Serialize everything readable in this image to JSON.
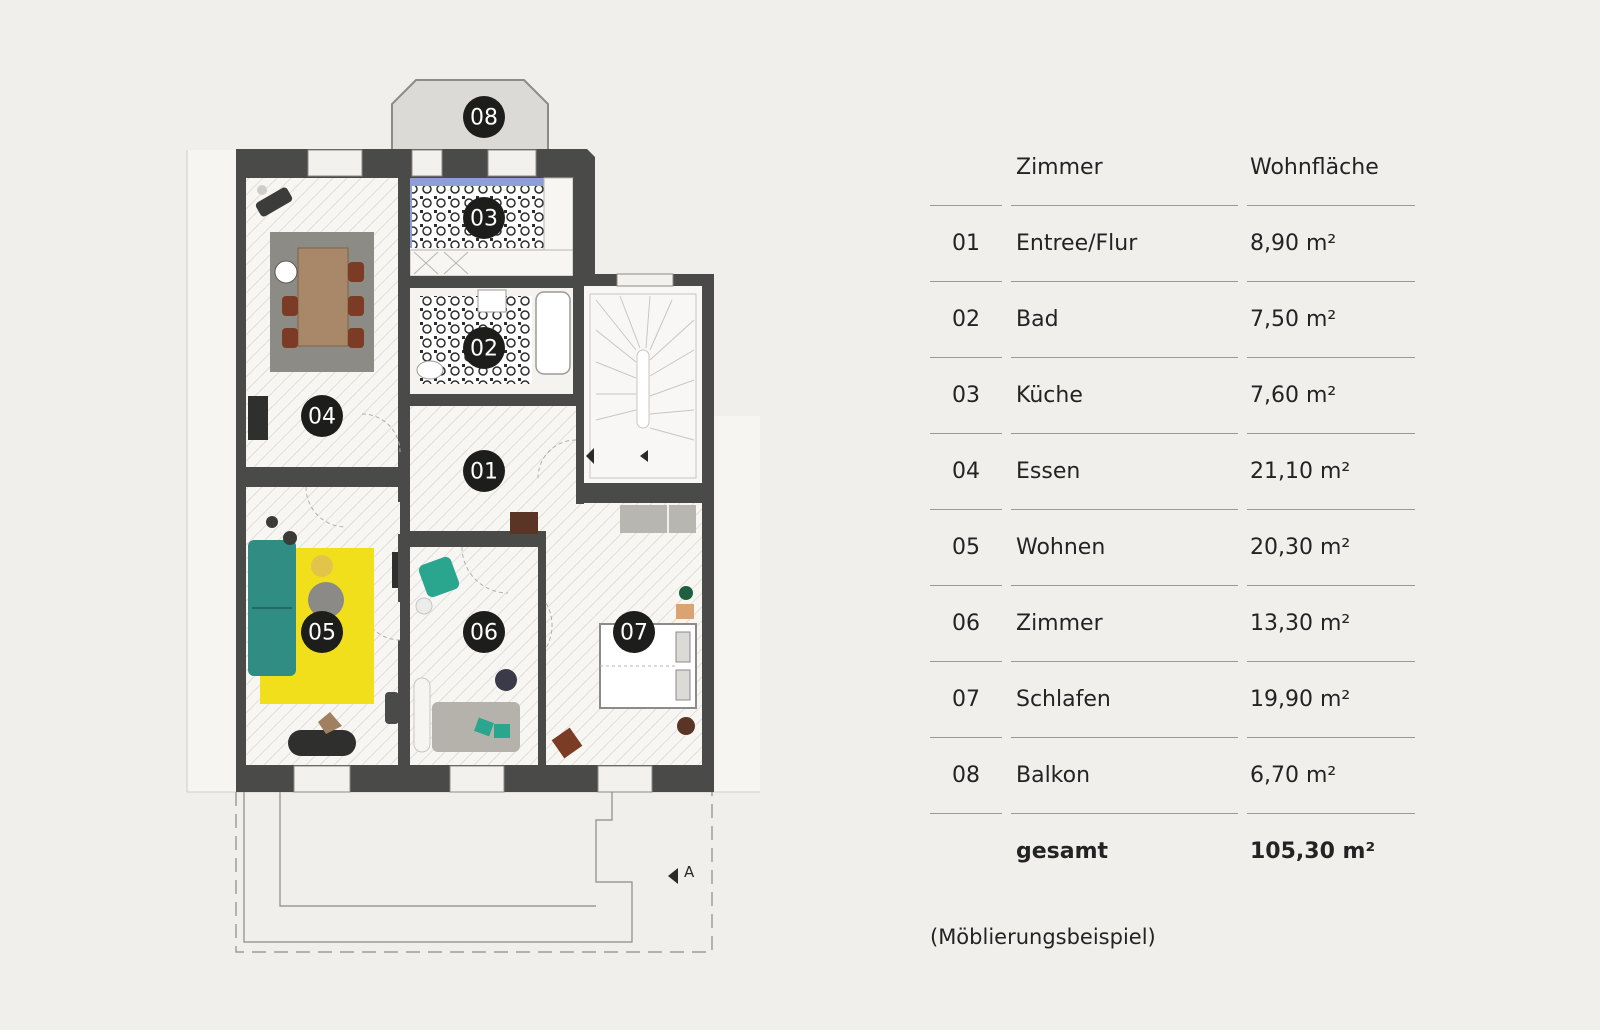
{
  "table": {
    "header": {
      "room": "Zimmer",
      "area": "Wohnfläche"
    },
    "rows": [
      {
        "num": "01",
        "name": "Entree/Flur",
        "area": "8,90 m²"
      },
      {
        "num": "02",
        "name": "Bad",
        "area": "7,50 m²"
      },
      {
        "num": "03",
        "name": "Küche",
        "area": "7,60 m²"
      },
      {
        "num": "04",
        "name": "Essen",
        "area": "21,10 m²"
      },
      {
        "num": "05",
        "name": "Wohnen",
        "area": "20,30 m²"
      },
      {
        "num": "06",
        "name": "Zimmer",
        "area": "13,30 m²"
      },
      {
        "num": "07",
        "name": "Schlafen",
        "area": "19,90 m²"
      },
      {
        "num": "08",
        "name": "Balkon",
        "area": "6,70 m²"
      }
    ],
    "total": {
      "label": "gesamt",
      "area": "105,30 m²"
    }
  },
  "note": "(Möblierungsbeispiel)",
  "plan": {
    "markers": [
      "08",
      "03",
      "02",
      "04",
      "01",
      "05",
      "06",
      "07"
    ],
    "section_label": "A"
  },
  "colors": {
    "background": "#f0efeb",
    "wall": "#4a4a49",
    "marker": "#1d1d1b",
    "rug": "#f2df1b",
    "sofa": "#2f8d83",
    "accent_teal": "#2aa58e"
  }
}
